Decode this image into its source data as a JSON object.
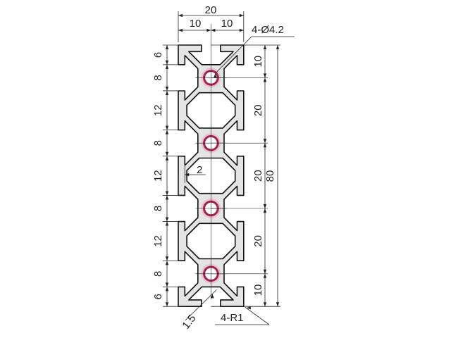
{
  "drawing": {
    "top_dims": {
      "overall_width": "20",
      "half_left": "10",
      "half_right": "10"
    },
    "hole_callout": "4-Ø4.2",
    "left_dims": [
      "6",
      "8",
      "12",
      "8",
      "12",
      "8",
      "12",
      "8",
      "6"
    ],
    "right_dims": [
      "10",
      "20",
      "20",
      "20",
      "10"
    ],
    "overall_height": "80",
    "wall_dim": "2",
    "lip_dim": "1.5",
    "radius_callout": "4-R1"
  },
  "colors": {
    "profile_fill": "#e4e4e4",
    "outline": "#111111",
    "hole_ring": "#a0204f",
    "hole_halo": "#e9b7cc"
  }
}
